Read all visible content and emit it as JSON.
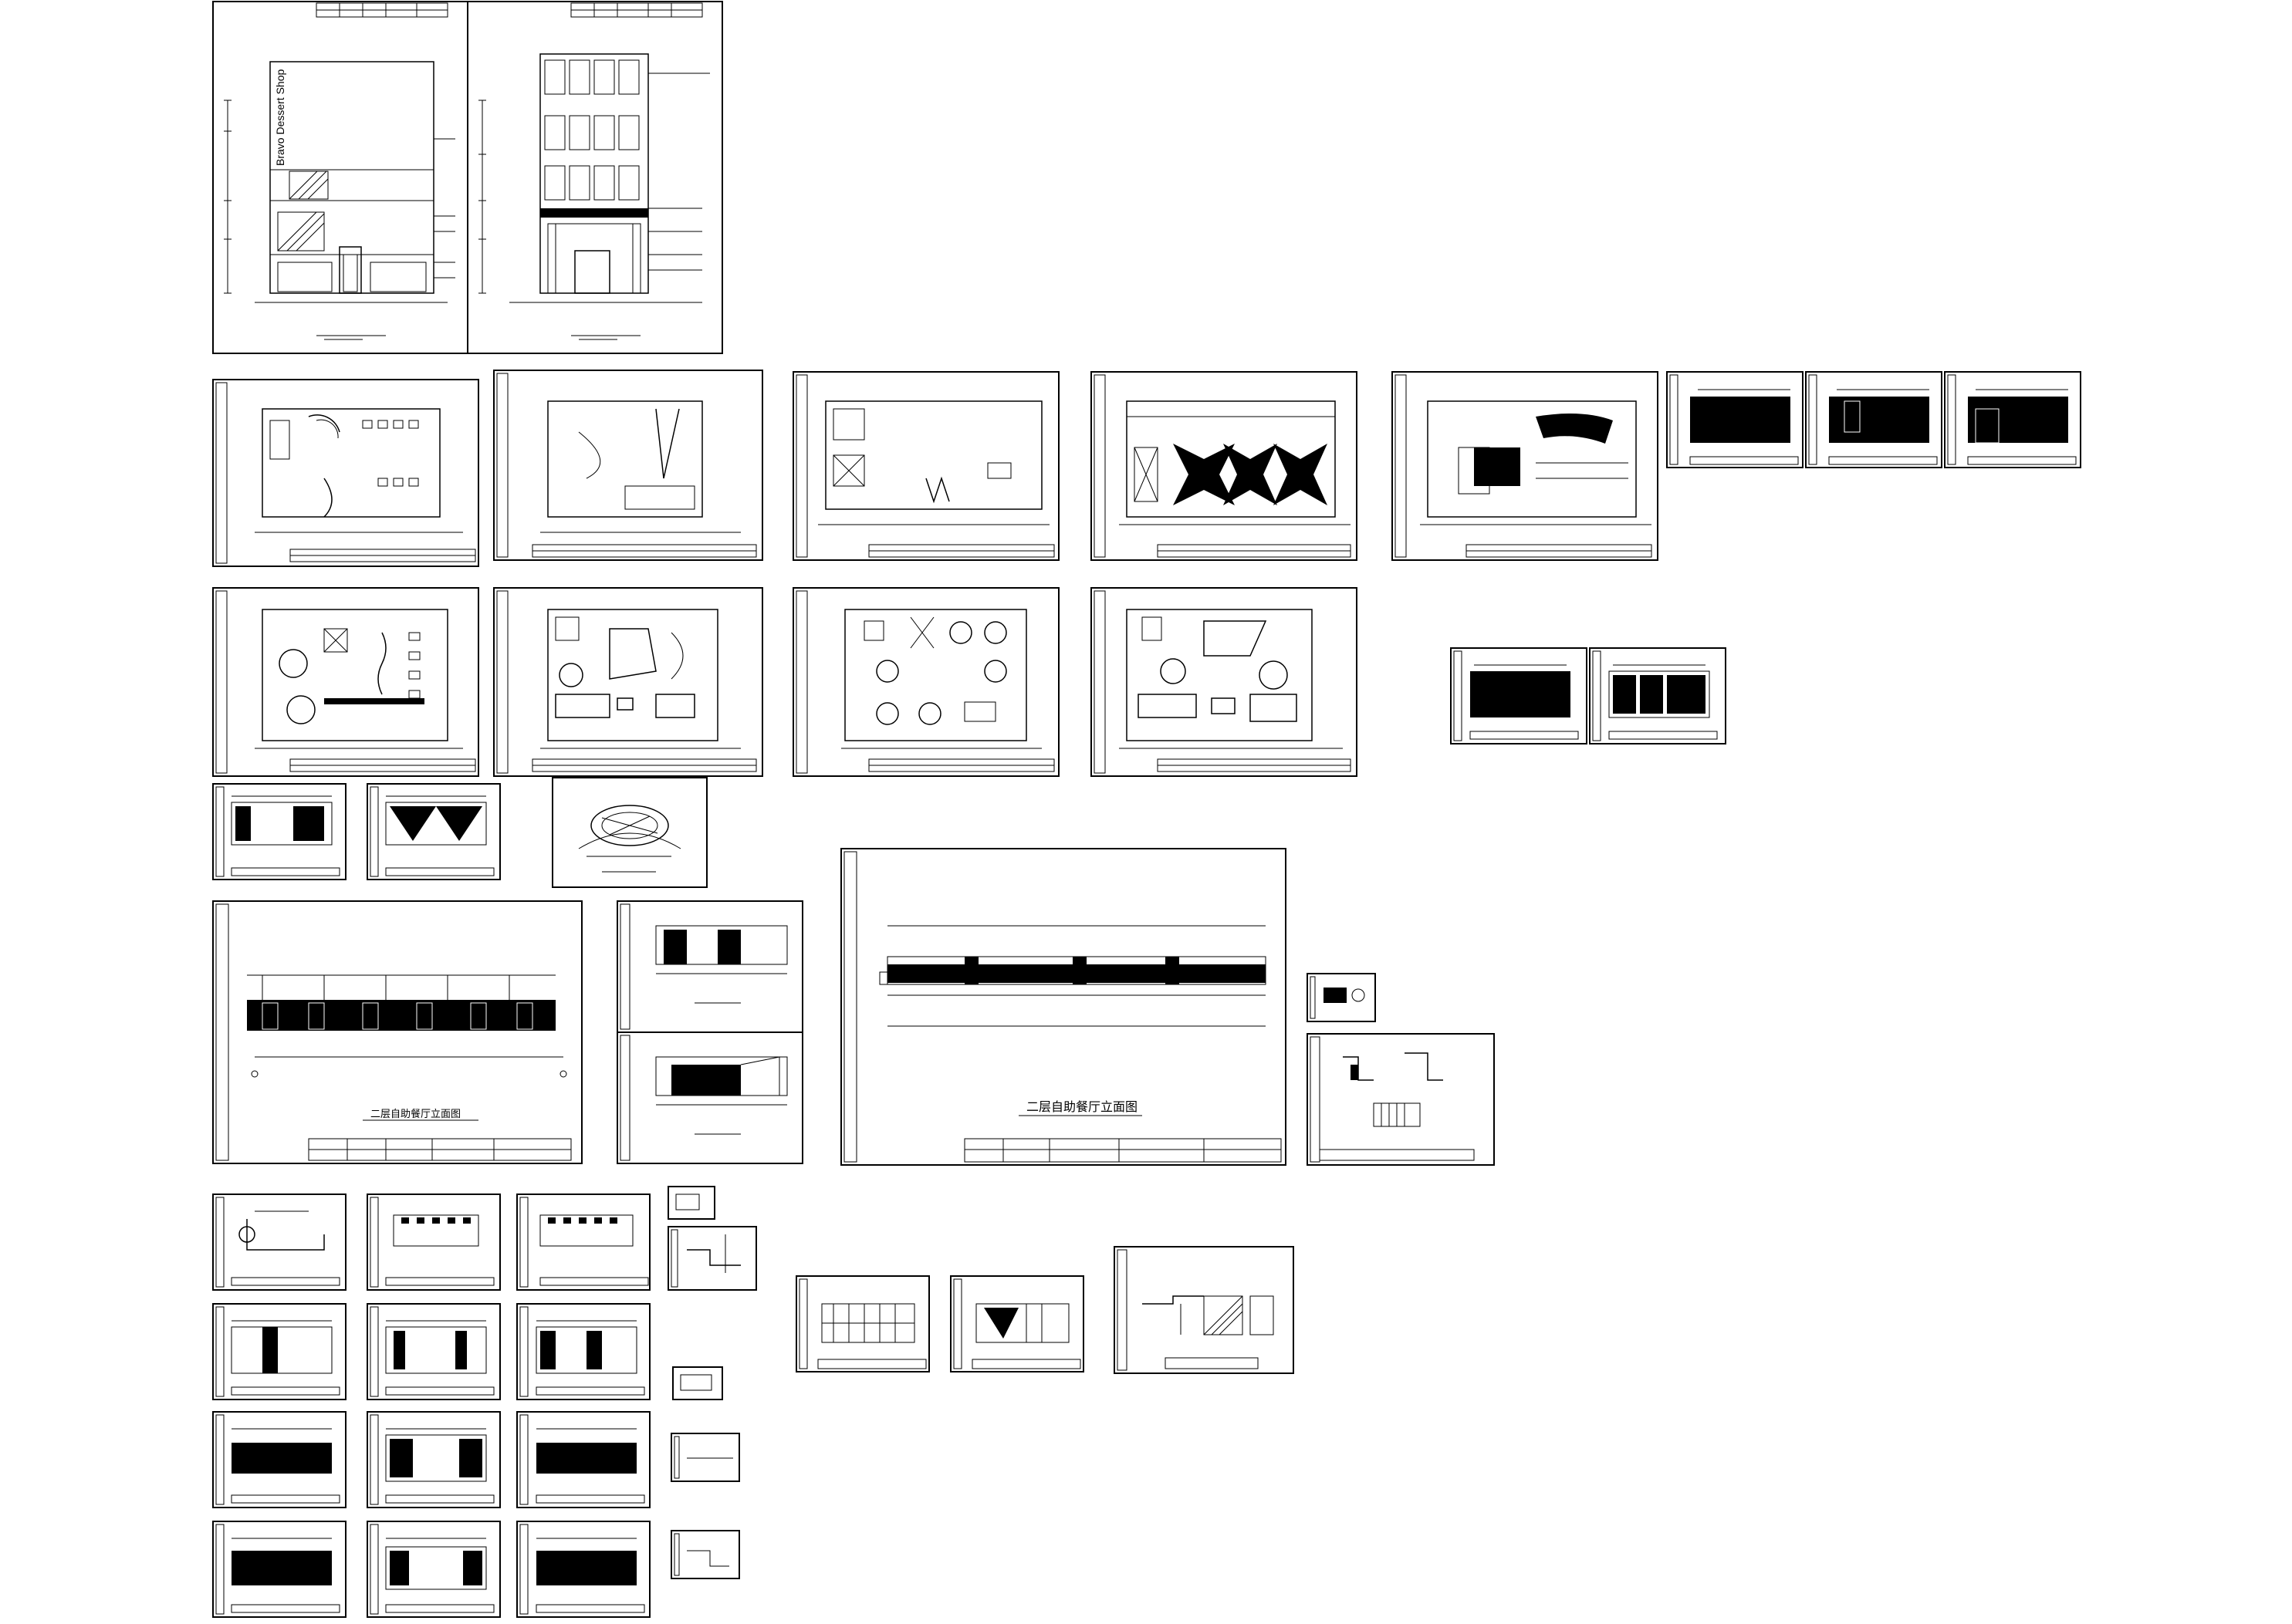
{
  "image": {
    "kind": "CAD drawing sheet collection",
    "background": "#ffffff",
    "line_color": "#000000"
  },
  "texts": {
    "facade_vertical_text": "Bravo Dessert Shop",
    "sheet_title_cn": "二层自助餐厅立面图",
    "sheet_title_large": "二层自助餐厅立面图"
  },
  "sheets": [
    {
      "id": "facade-elevation-a",
      "type": "facade"
    },
    {
      "id": "facade-elevation-b",
      "type": "facade"
    },
    {
      "id": "plan-1",
      "type": "plan"
    },
    {
      "id": "plan-2",
      "type": "ceiling"
    },
    {
      "id": "plan-3",
      "type": "plan"
    },
    {
      "id": "plan-4",
      "type": "ceiling"
    },
    {
      "id": "plan-5",
      "type": "plan"
    },
    {
      "id": "elev-small-1",
      "type": "elevation"
    },
    {
      "id": "elev-small-2",
      "type": "elevation"
    },
    {
      "id": "elev-small-3",
      "type": "elevation"
    },
    {
      "id": "plan-6",
      "type": "plan"
    },
    {
      "id": "plan-7",
      "type": "ceiling"
    },
    {
      "id": "plan-8",
      "type": "plan"
    },
    {
      "id": "plan-9",
      "type": "ceiling"
    },
    {
      "id": "elev-small-4",
      "type": "elevation"
    },
    {
      "id": "elev-small-5",
      "type": "elevation"
    },
    {
      "id": "elev-small-6",
      "type": "elevation"
    },
    {
      "id": "elev-small-7",
      "type": "elevation"
    },
    {
      "id": "detail-oval",
      "type": "detail"
    },
    {
      "id": "elev-long-1",
      "type": "elevation"
    },
    {
      "id": "elev-mid-1",
      "type": "elevation"
    },
    {
      "id": "elev-mid-2",
      "type": "elevation"
    },
    {
      "id": "elev-long-2",
      "type": "elevation"
    },
    {
      "id": "detail-tiny-1",
      "type": "detail"
    },
    {
      "id": "detail-section",
      "type": "detail"
    },
    {
      "id": "grid-a1",
      "type": "elevation"
    },
    {
      "id": "grid-a2",
      "type": "elevation"
    },
    {
      "id": "grid-a3",
      "type": "elevation"
    },
    {
      "id": "tiny-b1",
      "type": "detail"
    },
    {
      "id": "tiny-b2",
      "type": "detail"
    },
    {
      "id": "grid-c1",
      "type": "elevation"
    },
    {
      "id": "grid-c2",
      "type": "elevation"
    },
    {
      "id": "grid-c3",
      "type": "elevation"
    },
    {
      "id": "tiny-b3",
      "type": "detail"
    },
    {
      "id": "grid-d1",
      "type": "elevation"
    },
    {
      "id": "grid-d2",
      "type": "elevation"
    },
    {
      "id": "grid-d3",
      "type": "elevation"
    },
    {
      "id": "tiny-b4",
      "type": "detail"
    },
    {
      "id": "grid-e1",
      "type": "elevation"
    },
    {
      "id": "grid-e2",
      "type": "elevation"
    },
    {
      "id": "grid-e3",
      "type": "elevation"
    },
    {
      "id": "tiny-b5",
      "type": "detail"
    },
    {
      "id": "elev-bottom-1",
      "type": "elevation"
    },
    {
      "id": "elev-bottom-2",
      "type": "elevation"
    },
    {
      "id": "detail-bottom",
      "type": "detail"
    }
  ]
}
